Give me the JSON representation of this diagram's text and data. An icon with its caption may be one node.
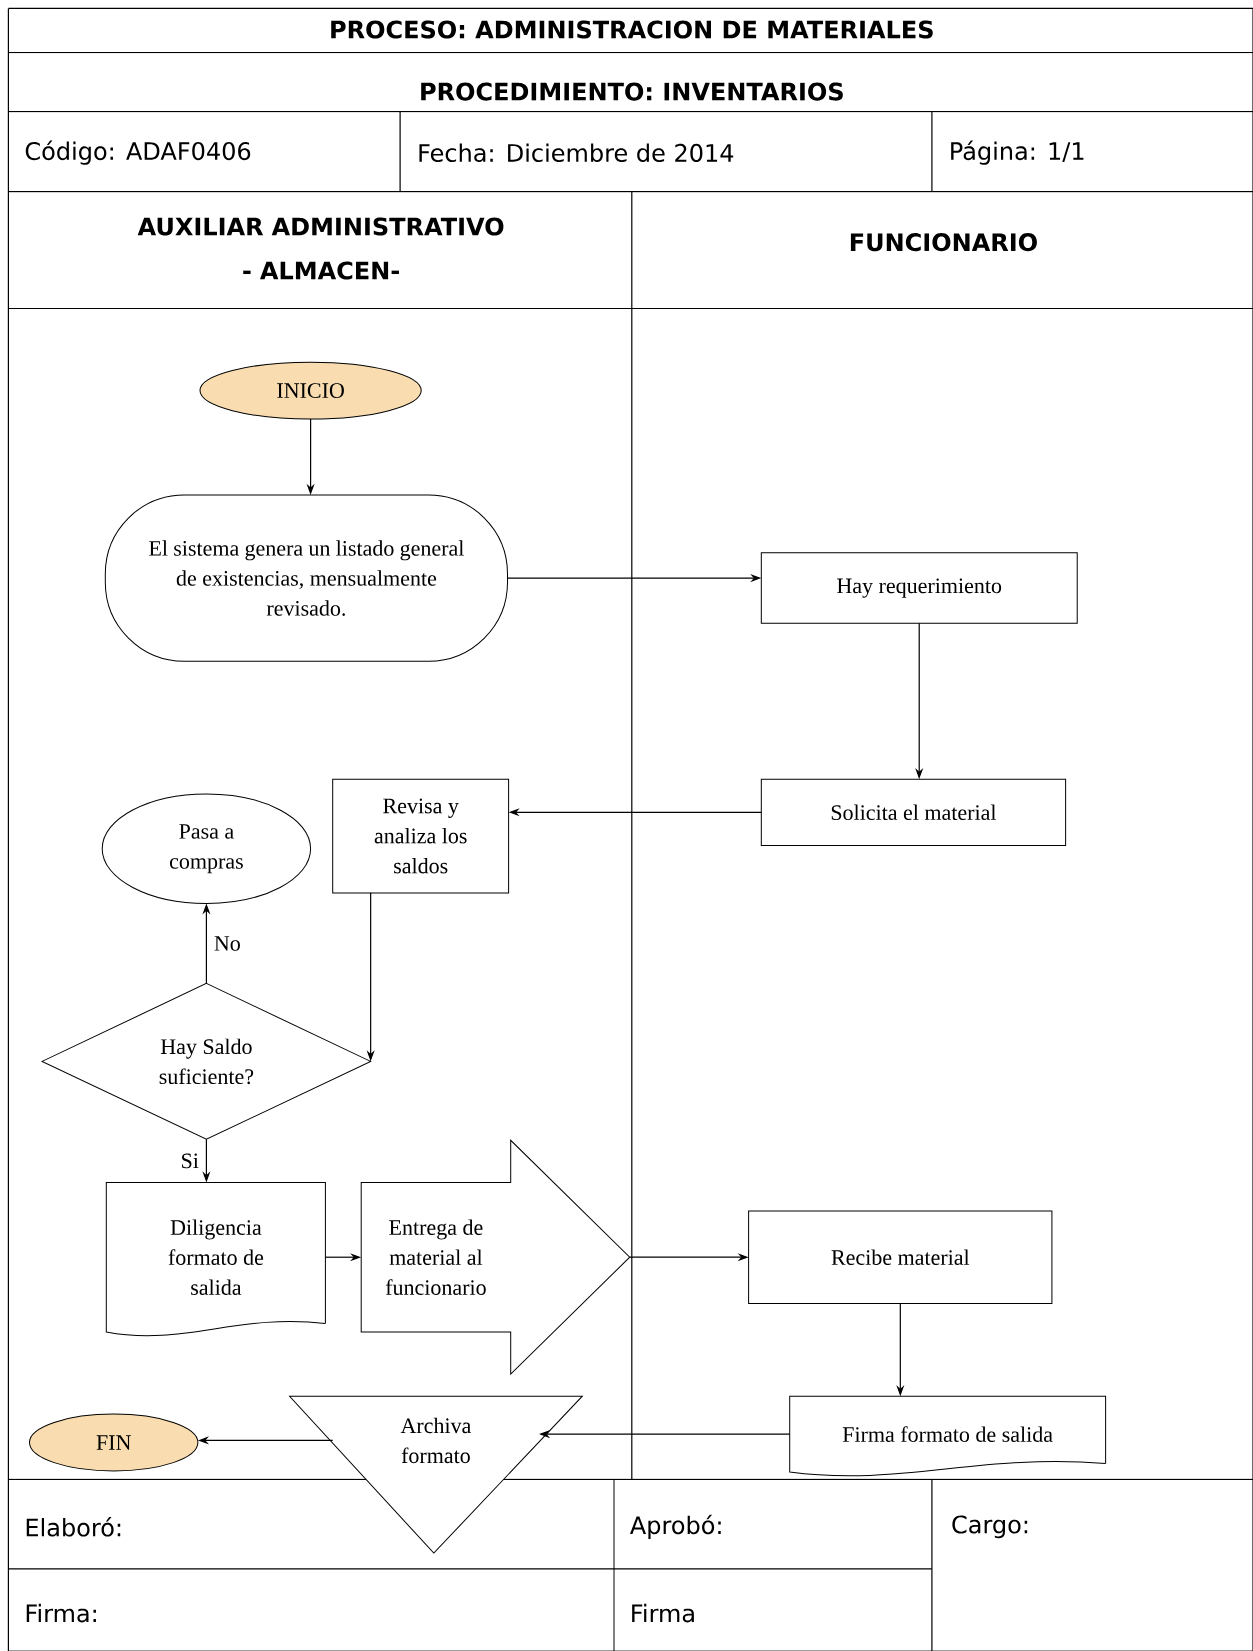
{
  "diagram": {
    "nodes": [
      {
        "text": [
          "INICIO"
        ]
      },
      {
        "text": [
          "El sistema genera un listado general de existencias, mensualmente revisado."
        ]
      },
      {
        "text": [
          "Hay requerimiento"
        ]
      },
      {
        "text": [
          "Solicita el material"
        ]
      },
      {
        "text": [
          "Revisa y analiza los saldos"
        ]
      },
      {
        "text": [
          "Pasa a compras"
        ]
      },
      {
        "text": [
          "Hay Saldo suficiente?"
        ]
      },
      {
        "text": [
          "Diligencia formato de salida"
        ]
      },
      {
        "text": [
          "Entrega de material al funcionario"
        ]
      },
      {
        "text": [
          "Recibe material"
        ]
      },
      {
        "text": [
          "Firma formato de salida"
        ]
      },
      {
        "text": [
          "Archiva formato"
        ]
      },
      {
        "text": [
          "FIN"
        ]
      }
    ],
    "edges": [
      {
        "from": 0,
        "to": 1,
        "arrow": "to"
      },
      {
        "from": 1,
        "to": 2,
        "arrow": "to"
      },
      {
        "from": 2,
        "to": 3,
        "arrow": "to"
      },
      {
        "from": 3,
        "to": 4,
        "arrow": "to"
      },
      {
        "from": 4,
        "to": 6,
        "arrow": "to"
      },
      {
        "from": 6,
        "to": 5,
        "arrow": "to",
        "label": "No"
      },
      {
        "from": 6,
        "to": 7,
        "arrow": "to",
        "label": "Si"
      },
      {
        "from": 7,
        "to": 8,
        "arrow": "to"
      },
      {
        "from": 8,
        "to": 9,
        "arrow": "to"
      },
      {
        "from": 9,
        "to": 10,
        "arrow": "to"
      },
      {
        "from": 10,
        "to": 11,
        "arrow": "to"
      },
      {
        "from": 11,
        "to": 12,
        "arrow": "to"
      }
    ],
    "labels": [
      "PROCESO: ADMINISTRACION DE MATERIALES",
      "PROCEDIMIENTO: INVENTARIOS",
      "Código: ADAF0406",
      "Fecha: Diciembre de 2014",
      "Página: 1/1",
      "AUXILIAR ADMINISTRATIVO - ALMACEN-",
      "FUNCIONARIO",
      "Elaboró:",
      "Aprobó:",
      "Cargo:",
      "Firma:",
      "Firma"
    ]
  }
}
